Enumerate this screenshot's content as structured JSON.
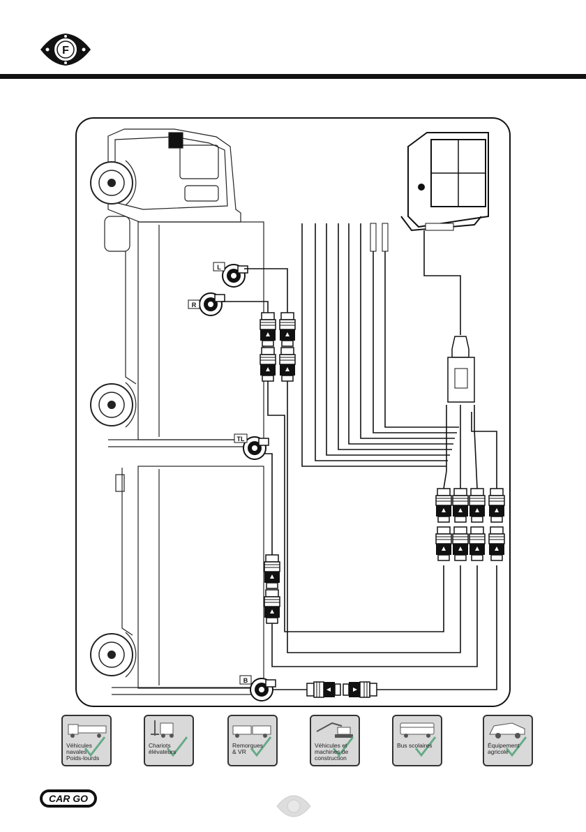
{
  "header": {
    "logo_letter": "F"
  },
  "diagram": {
    "camera_labels": [
      "L",
      "R",
      "TL",
      "B"
    ],
    "line_color": "#111111"
  },
  "applications": [
    {
      "caption": "Véhicules\nnavales\nPoids-lourds",
      "icon": "truck-icon"
    },
    {
      "caption": "Chariots\nélévateurs",
      "icon": "forklift-icon"
    },
    {
      "caption": "Remorques\n& VR",
      "icon": "trailer-icon"
    },
    {
      "caption": "Véhicules et\nmachines de\nconstruction",
      "icon": "excavator-icon"
    },
    {
      "caption": "Bus scolaires",
      "icon": "bus-icon"
    },
    {
      "caption": "Équipement\nagricole",
      "icon": "harvester-icon"
    }
  ],
  "footer": {
    "brand": "CAR GO"
  }
}
